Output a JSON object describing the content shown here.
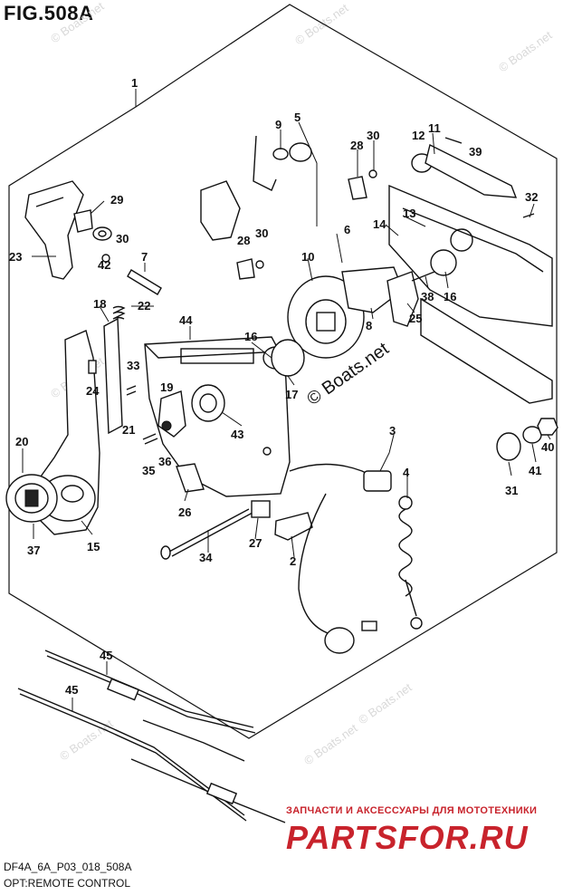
{
  "figure": {
    "title": "FIG.508A",
    "code": "DF4A_6A_P03_018_508A",
    "description": "OPT:REMOTE CONTROL"
  },
  "watermarks": {
    "repeat_text": "© Boats.net",
    "center_text": "© Boats.net"
  },
  "dealer": {
    "tagline": "ЗАПЧАСТИ И АКСЕССУАРЫ ДЛЯ МОТОТЕХНИКИ",
    "logo_text": "PARTSFOR.RU",
    "color": "#c8232c"
  },
  "callouts": {
    "c1": "1",
    "c2": "2",
    "c3": "3",
    "c4": "4",
    "c5": "5",
    "c6": "6",
    "c7": "7",
    "c8": "8",
    "c9": "9",
    "c10": "10",
    "c11": "11",
    "c12": "12",
    "c13": "13",
    "c14": "14",
    "c15": "15",
    "c16a": "16",
    "c16b": "16",
    "c17": "17",
    "c18": "18",
    "c19": "19",
    "c20": "20",
    "c21": "21",
    "c22": "22",
    "c23": "23",
    "c24": "24",
    "c25": "25",
    "c26": "26",
    "c27": "27",
    "c28a": "28",
    "c28b": "28",
    "c29": "29",
    "c30a": "30",
    "c30b": "30",
    "c30c": "30",
    "c31": "31",
    "c32": "32",
    "c33": "33",
    "c34": "34",
    "c35": "35",
    "c36": "36",
    "c37": "37",
    "c38": "38",
    "c39": "39",
    "c40": "40",
    "c41": "41",
    "c42": "42",
    "c43": "43",
    "c44": "44",
    "c45a": "45",
    "c45b": "45"
  }
}
